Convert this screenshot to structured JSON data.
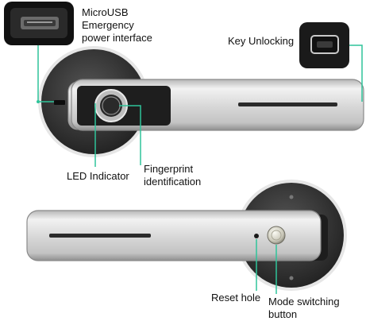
{
  "labels": {
    "microusb_line1": "MicroUSB",
    "microusb_line2": "Emergency",
    "microusb_line3": "power interface",
    "key_unlocking": "Key Unlocking",
    "led_indicator": "LED Indicator",
    "fingerprint_line1": "Fingerprint",
    "fingerprint_line2": "identification",
    "reset_hole": "Reset hole",
    "mode_line1": "Mode switching",
    "mode_line2": "button"
  },
  "colors": {
    "callout_line": "#2fc49a",
    "rosette": "#2b2b2b",
    "handle_silver": "#d9d9d9",
    "inset_dark": "#1e1e1e",
    "background": "#ffffff"
  }
}
